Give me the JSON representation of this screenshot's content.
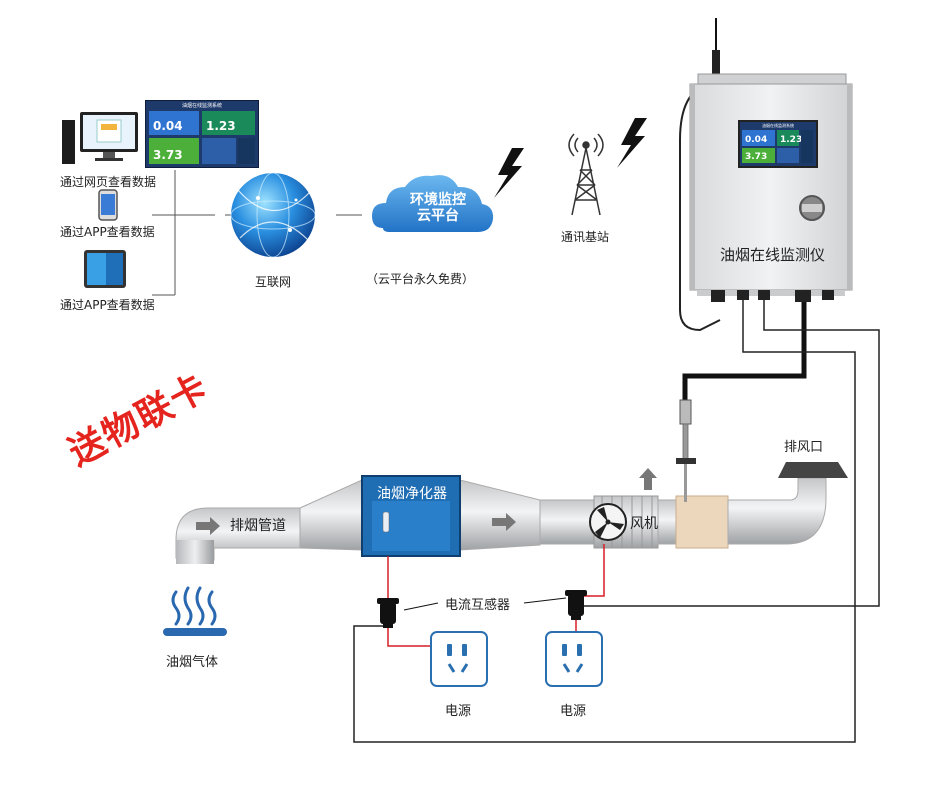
{
  "colors": {
    "signal_red": "#e5241e",
    "cloud_blue": "#3d8fd8",
    "purifier_blue": "#1f6db3",
    "outlet_blue": "#2a6fb0",
    "cable_black": "#111111",
    "wire_red": "#d61f26"
  },
  "stamp": "送物联卡",
  "access": {
    "web_label": "通过网页查看数据",
    "app_label": "通过APP查看数据",
    "pad_label": "通过APP查看数据"
  },
  "screen": {
    "title": "油烟在线监测系统",
    "value_a": "0.04",
    "value_b": "1.23",
    "value_c": "3.73"
  },
  "internet_label": "互联网",
  "cloud": {
    "line1": "环境监控",
    "line2": "云平台",
    "caption": "（云平台永久免费）"
  },
  "base_station_label": "通讯基站",
  "monitor": {
    "label": "油烟在线监测仪",
    "screen_title": "油烟在线监测系统",
    "value_a": "0.04",
    "value_b": "1.23",
    "value_c": "3.73"
  },
  "duct": {
    "pipe_label": "排烟管道",
    "purifier_label": "油烟净化器",
    "fan_label": "风机",
    "exhaust_label": "排风口",
    "gas_label": "油烟气体"
  },
  "sensor_label": "电流互感器",
  "power_label_1": "电源",
  "power_label_2": "电源",
  "icons": [
    "desktop-computer-icon",
    "tablet-icon",
    "phone-icon",
    "globe-icon",
    "cloud-icon",
    "lightning-icon",
    "signal-tower-icon",
    "fan-icon",
    "power-socket-icon",
    "current-clamp-icon",
    "smoke-icon",
    "arrow-icon",
    "antenna-icon",
    "probe-icon"
  ]
}
